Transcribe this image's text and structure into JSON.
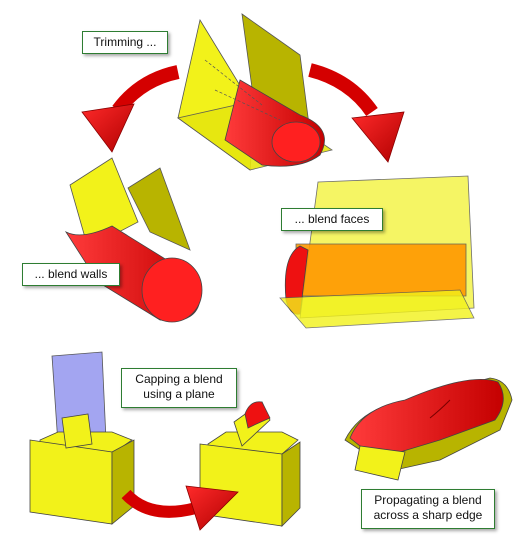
{
  "callouts": {
    "trimming": "Trimming ...",
    "blend_faces": "... blend faces",
    "blend_walls": "... blend walls",
    "capping": [
      "Capping a blend",
      "using a plane"
    ],
    "propagating": [
      "Propagating a blend",
      "across a sharp edge"
    ]
  },
  "colors": {
    "face_yellow": "#f2f21a",
    "face_olive": "#b8b400",
    "blend_red": "#ee1111",
    "blend_dark_red": "#c40000",
    "blend_orange": "#ff9900",
    "arrow_red": "#d40000",
    "plane_blue": "#9a9cf0",
    "callout_border": "#2e7d32"
  }
}
